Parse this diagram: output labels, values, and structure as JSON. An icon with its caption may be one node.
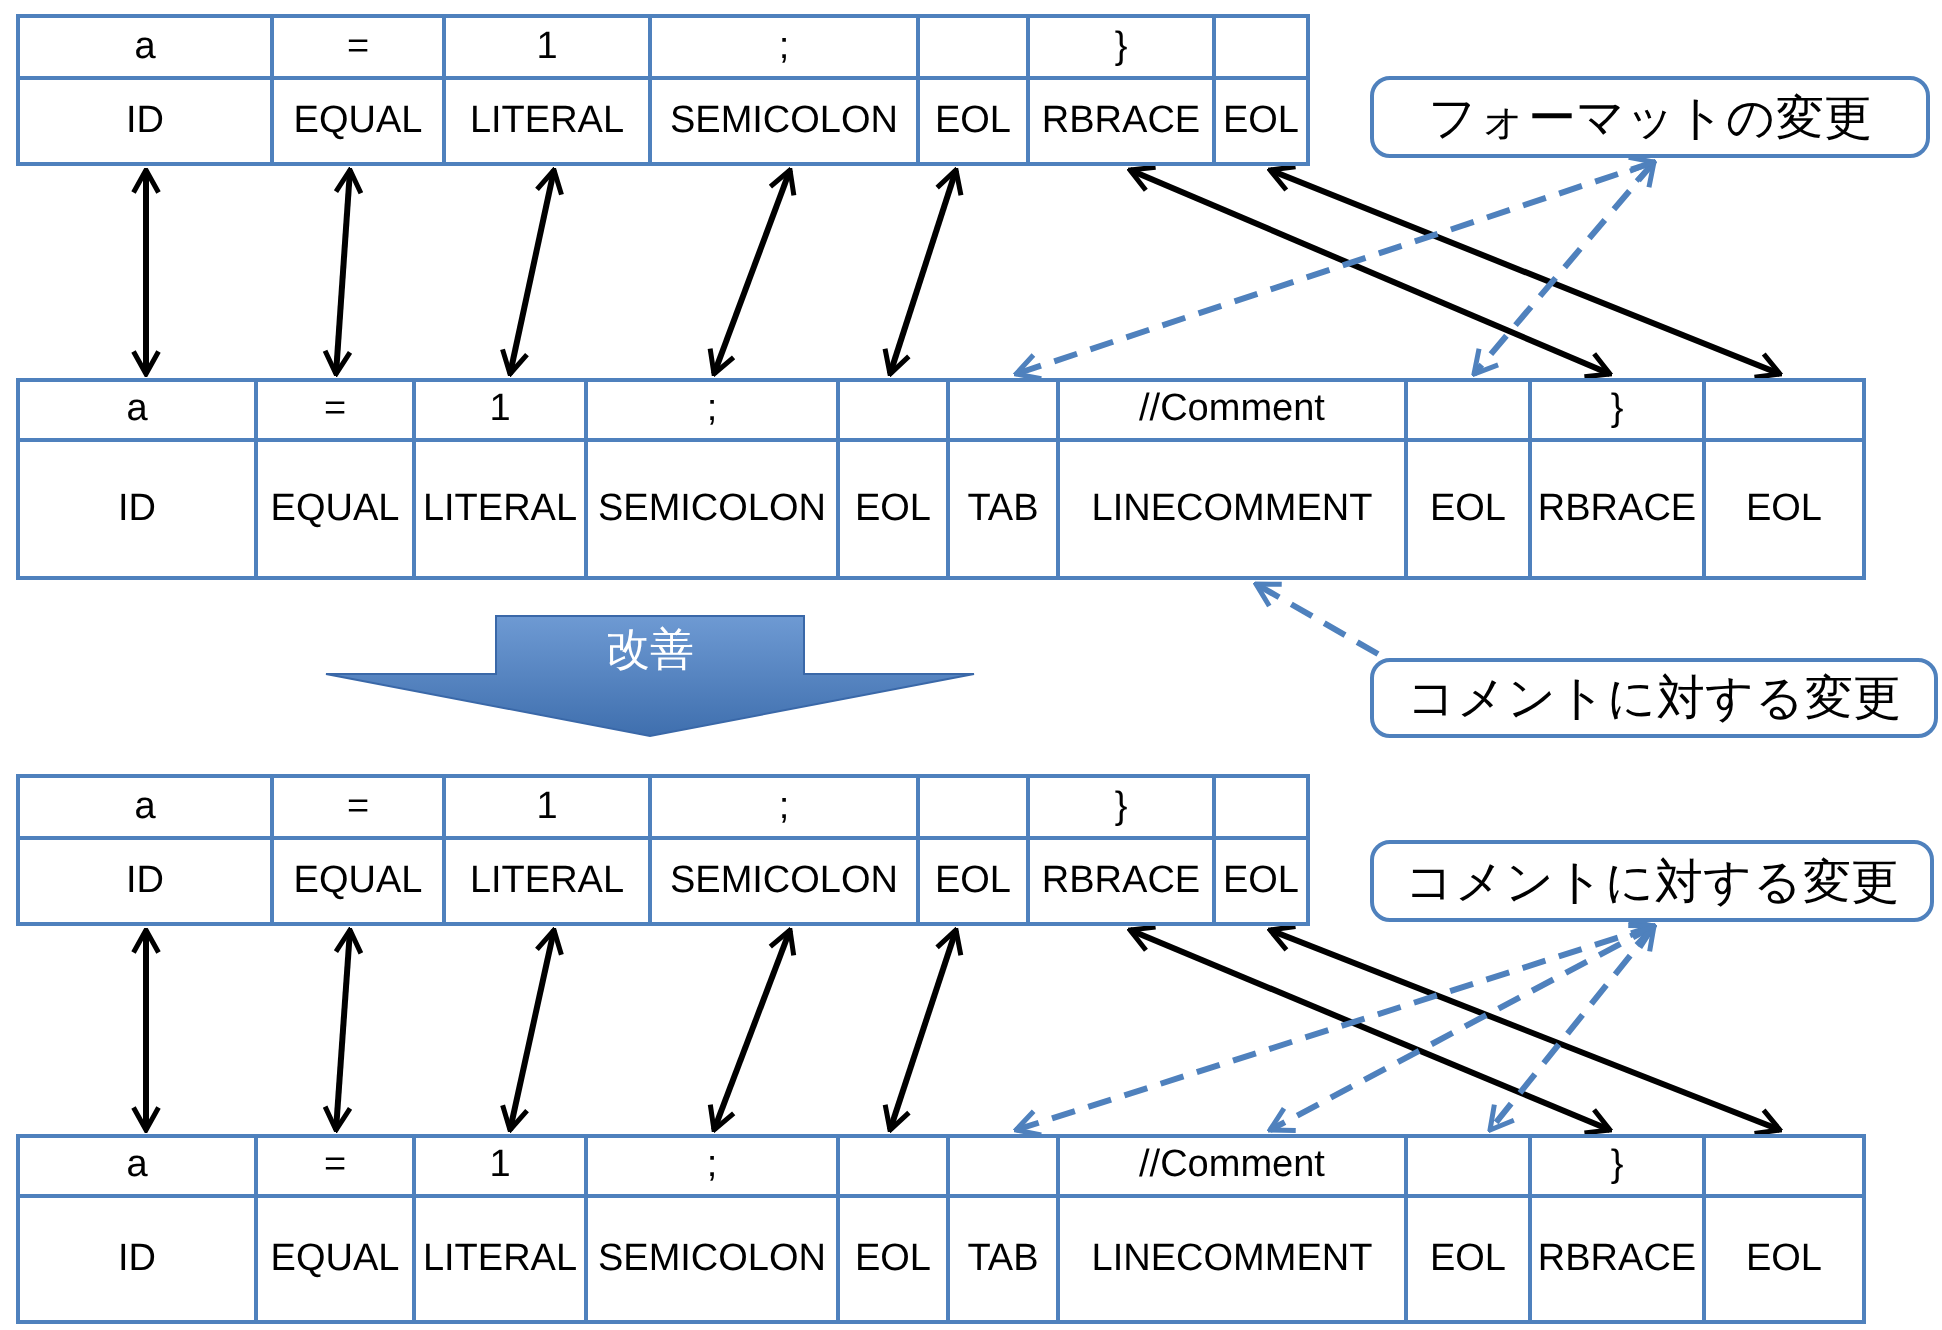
{
  "diagram": {
    "nodes": [
      {
        "text": [
          "a",
          "ID"
        ]
      },
      {
        "text": [
          "=",
          "EQUAL"
        ]
      },
      {
        "text": [
          "1",
          "LITERAL"
        ]
      },
      {
        "text": [
          ";",
          "SEMICOLON"
        ]
      },
      {
        "text": [
          "EOL"
        ]
      },
      {
        "text": [
          "}",
          "RBRACE"
        ]
      },
      {
        "text": [
          "EOL"
        ]
      },
      {
        "text": [
          "フォーマットの変更"
        ]
      },
      {
        "text": [
          "a",
          "ID"
        ]
      },
      {
        "text": [
          "=",
          "EQUAL"
        ]
      },
      {
        "text": [
          "1",
          "LITERAL"
        ]
      },
      {
        "text": [
          ";",
          "SEMICOLON"
        ]
      },
      {
        "text": [
          "EOL"
        ]
      },
      {
        "text": [
          "TAB"
        ]
      },
      {
        "text": [
          "//Comment",
          "LINECOMMENT"
        ]
      },
      {
        "text": [
          "EOL"
        ]
      },
      {
        "text": [
          "}",
          "RBRACE"
        ]
      },
      {
        "text": [
          "EOL"
        ]
      },
      {
        "text": [
          "改善"
        ]
      },
      {
        "text": [
          "コメントに対する変更"
        ]
      },
      {
        "text": [
          "a",
          "ID"
        ]
      },
      {
        "text": [
          "=",
          "EQUAL"
        ]
      },
      {
        "text": [
          "1",
          "LITERAL"
        ]
      },
      {
        "text": [
          ";",
          "SEMICOLON"
        ]
      },
      {
        "text": [
          "EOL"
        ]
      },
      {
        "text": [
          "}",
          "RBRACE"
        ]
      },
      {
        "text": [
          "EOL"
        ]
      },
      {
        "text": [
          "コメントに対する変更"
        ]
      },
      {
        "text": [
          "a",
          "ID"
        ]
      },
      {
        "text": [
          "=",
          "EQUAL"
        ]
      },
      {
        "text": [
          "1",
          "LITERAL"
        ]
      },
      {
        "text": [
          ";",
          "SEMICOLON"
        ]
      },
      {
        "text": [
          "EOL"
        ]
      },
      {
        "text": [
          "TAB"
        ]
      },
      {
        "text": [
          "//Comment",
          "LINECOMMENT"
        ]
      },
      {
        "text": [
          "EOL"
        ]
      },
      {
        "text": [
          "}",
          "RBRACE"
        ]
      },
      {
        "text": [
          "EOL"
        ]
      }
    ],
    "edges": [
      {
        "from": 0,
        "to": 8,
        "arrow": "both"
      },
      {
        "from": 1,
        "to": 9,
        "arrow": "both"
      },
      {
        "from": 2,
        "to": 10,
        "arrow": "both"
      },
      {
        "from": 3,
        "to": 11,
        "arrow": "both"
      },
      {
        "from": 4,
        "to": 12,
        "arrow": "both"
      },
      {
        "from": 5,
        "to": 16,
        "arrow": "both"
      },
      {
        "from": 6,
        "to": 17,
        "arrow": "both"
      },
      {
        "from": 7,
        "to": 13,
        "arrow": "both",
        "style": "dashed",
        "color": "#4f81bd"
      },
      {
        "from": 7,
        "to": 15,
        "arrow": "both",
        "style": "dashed",
        "color": "#4f81bd"
      },
      {
        "from": 19,
        "to": 14,
        "arrow": "to",
        "style": "dashed",
        "color": "#4f81bd"
      },
      {
        "from": 20,
        "to": 28,
        "arrow": "both"
      },
      {
        "from": 21,
        "to": 29,
        "arrow": "both"
      },
      {
        "from": 22,
        "to": 30,
        "arrow": "both"
      },
      {
        "from": 23,
        "to": 31,
        "arrow": "both"
      },
      {
        "from": 24,
        "to": 32,
        "arrow": "both"
      },
      {
        "from": 25,
        "to": 36,
        "arrow": "both"
      },
      {
        "from": 26,
        "to": 37,
        "arrow": "both"
      },
      {
        "from": 27,
        "to": 33,
        "arrow": "both",
        "style": "dashed",
        "color": "#4f81bd"
      },
      {
        "from": 27,
        "to": 34,
        "arrow": "both",
        "style": "dashed",
        "color": "#4f81bd"
      },
      {
        "from": 27,
        "to": 35,
        "arrow": "both",
        "style": "dashed",
        "color": "#4f81bd"
      }
    ]
  }
}
